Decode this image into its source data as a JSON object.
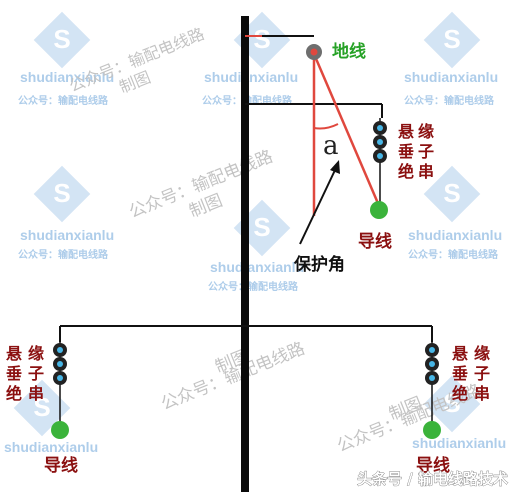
{
  "labels": {
    "ground_wire": "地线",
    "conductor": "导线",
    "insulator_string": [
      "悬",
      "缘",
      "垂",
      "子",
      "绝",
      "串"
    ],
    "angle_symbol": "a",
    "protection_angle": "保护角"
  },
  "watermark": {
    "brand": "shudianxianlu",
    "account": "公众号：输配电线路",
    "account_line1": "公众号：输配电线路",
    "account_line2": "制图"
  },
  "footer": {
    "source": "头条号 / 输电线路技术"
  },
  "colors": {
    "tower": "#0a0a0a",
    "ground_wire_line": "#e0483e",
    "ground_wire_label": "#27a227",
    "conductor_ball": "#3bb33b",
    "label_red": "#8b1010",
    "insulator_disc": "#222222",
    "insulator_core": "#47b6e6",
    "watermark": "#4a8fd1"
  }
}
